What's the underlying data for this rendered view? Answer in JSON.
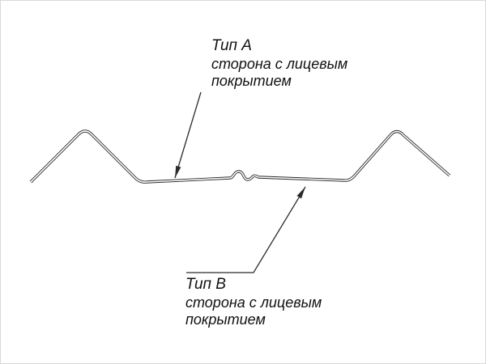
{
  "labels": {
    "type_a": {
      "name": "Тип А",
      "line1": "сторона с лицевым",
      "line2": "покрытием"
    },
    "type_b": {
      "name": "Тип В",
      "line1": "сторона с лицевым",
      "line2": "покрытием"
    }
  },
  "colors": {
    "line": "#2b2b2b",
    "text": "#111111",
    "background": "#ffffff"
  }
}
